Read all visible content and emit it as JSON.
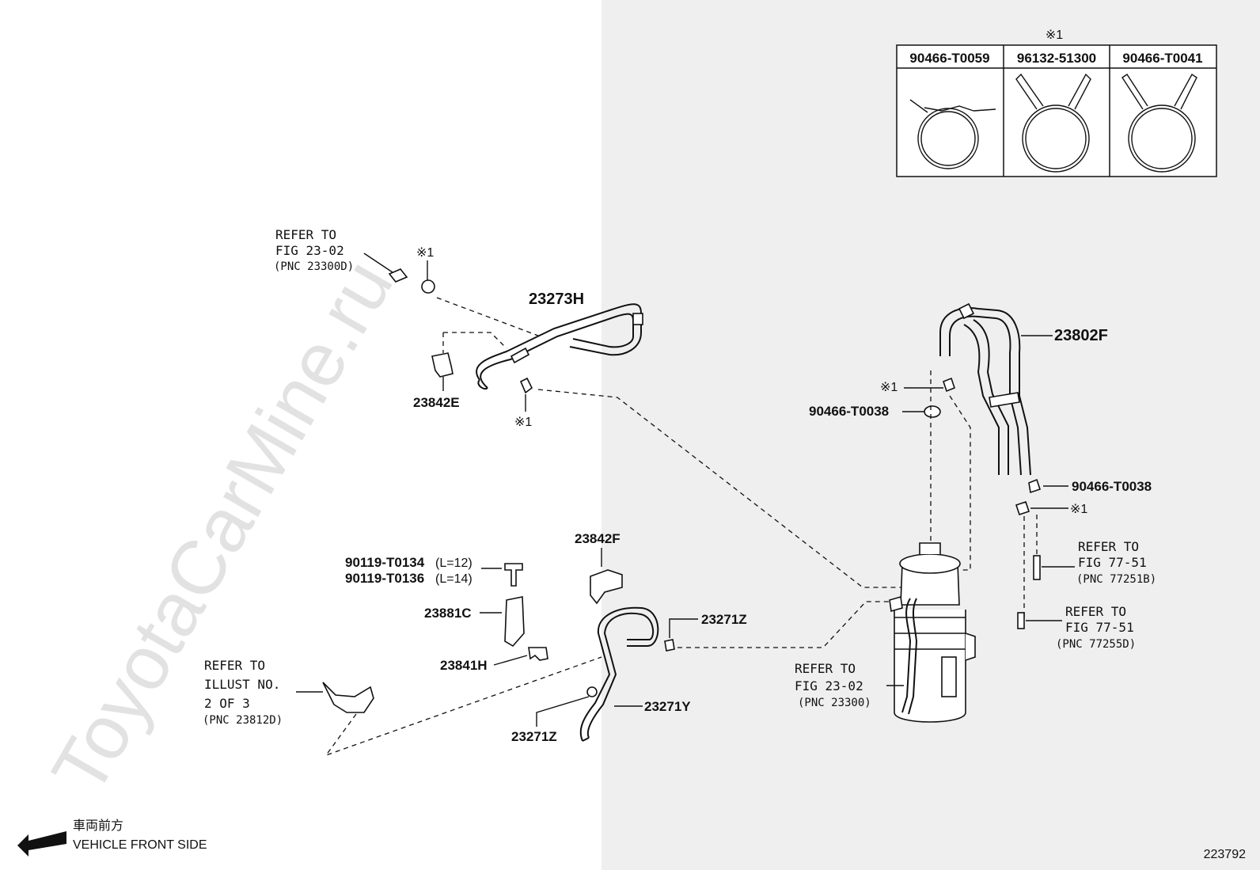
{
  "watermark": "ToyotaCarMine.ru",
  "figure_number": "223792",
  "clamp_table": {
    "note_mark": "※1",
    "columns": [
      "90466-T0059",
      "96132-51300",
      "90466-T0041"
    ]
  },
  "parts": {
    "p23273H": "23273H",
    "p23842E": "23842E",
    "p23802F": "23802F",
    "p90466_T0038_a": "90466-T0038",
    "p90466_T0038_b": "90466-T0038",
    "p23842F": "23842F",
    "p90119_T0134": "90119-T0134",
    "p90119_T0134_len": "(L=12)",
    "p90119_T0136": "90119-T0136",
    "p90119_T0136_len": "(L=14)",
    "p23881C": "23881C",
    "p23841H": "23841H",
    "p23271Z_a": "23271Z",
    "p23271Z_b": "23271Z",
    "p23271Y": "23271Y"
  },
  "marks": {
    "m1": "※1",
    "m2": "※1",
    "m3": "※1",
    "m4": "※1"
  },
  "references": {
    "ref1": {
      "l1": "REFER TO",
      "l2": "FIG 23-02",
      "l3": "(PNC 23300D)"
    },
    "ref2": {
      "l1": "REFER TO",
      "l2": "FIG 77-51",
      "l3": "(PNC 77251B)"
    },
    "ref3": {
      "l1": "REFER TO",
      "l2": "FIG 77-51",
      "l3": "(PNC 77255D)"
    },
    "ref4": {
      "l1": "REFER TO",
      "l2": "FIG 23-02",
      "l3": "(PNC 23300)"
    },
    "ref5": {
      "l1": "REFER TO",
      "l2": "ILLUST NO.",
      "l3": "2 OF 3",
      "l4": "(PNC 23812D)"
    }
  },
  "vehicle_front": {
    "jp": "車両前方",
    "en": "VEHICLE FRONT SIDE"
  }
}
